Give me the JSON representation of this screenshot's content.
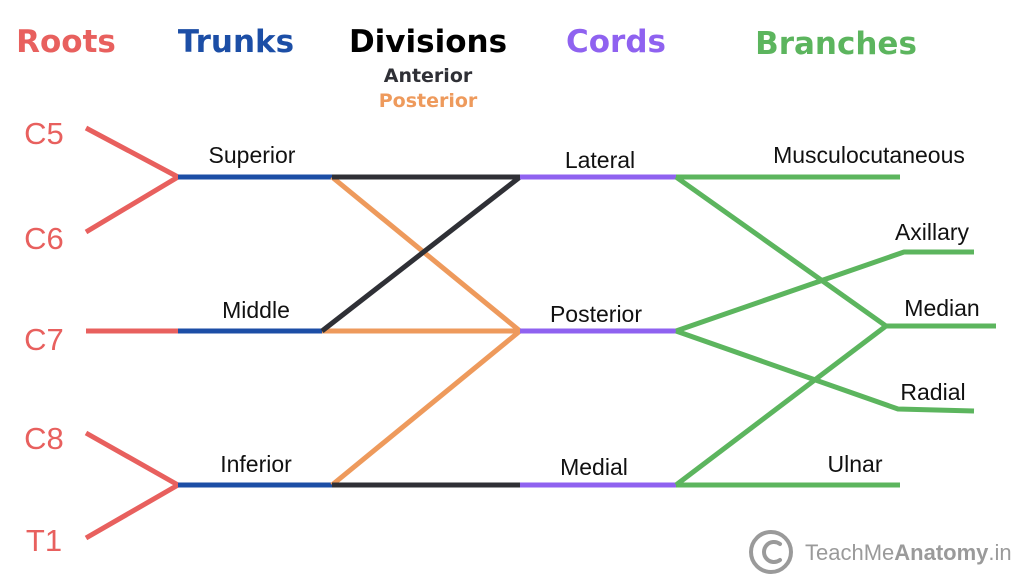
{
  "colors": {
    "roots": "#e8605e",
    "trunks": "#1c4ea6",
    "anterior": "#2f3036",
    "posterior": "#ee9a5c",
    "cords": "#8f62f0",
    "branches": "#5cb55e",
    "watermark": "#9a9a9a"
  },
  "headers": {
    "roots": "Roots",
    "trunks": "Trunks",
    "divisions": "Divisions",
    "anterior": "Anterior",
    "posterior": "Posterior",
    "cords": "Cords",
    "branches": "Branches"
  },
  "roots": [
    "C5",
    "C6",
    "C7",
    "C8",
    "T1"
  ],
  "trunks": [
    "Superior",
    "Middle",
    "Inferior"
  ],
  "cords": [
    "Lateral",
    "Posterior",
    "Medial"
  ],
  "branches": [
    "Musculocutaneous",
    "Axillary",
    "Median",
    "Radial",
    "Ulnar"
  ],
  "watermark": {
    "icon": "copyright-icon",
    "text_light": "TeachMe",
    "text_bold": "Anatomy",
    "suffix": ".in"
  }
}
